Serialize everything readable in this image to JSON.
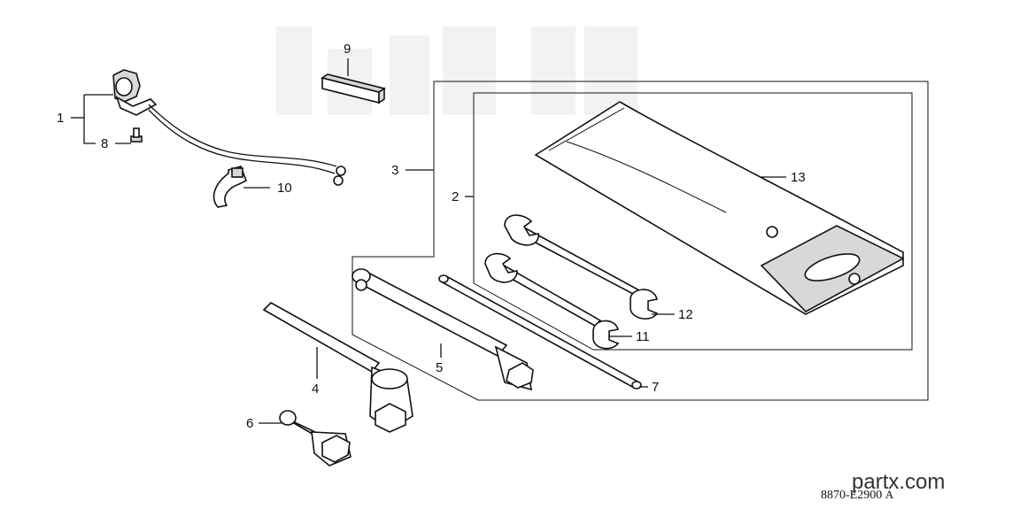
{
  "diagram": {
    "callouts": [
      {
        "id": "1",
        "label": "1"
      },
      {
        "id": "2",
        "label": "2"
      },
      {
        "id": "3",
        "label": "3"
      },
      {
        "id": "4",
        "label": "4"
      },
      {
        "id": "5",
        "label": "5"
      },
      {
        "id": "6",
        "label": "6"
      },
      {
        "id": "7",
        "label": "7"
      },
      {
        "id": "8",
        "label": "8"
      },
      {
        "id": "9",
        "label": "9"
      },
      {
        "id": "10",
        "label": "10"
      },
      {
        "id": "11",
        "label": "11"
      },
      {
        "id": "12",
        "label": "12"
      },
      {
        "id": "13",
        "label": "13"
      }
    ],
    "drawing_code": "8870-E2900",
    "drawing_revision": "A",
    "watermark": "partx.com"
  },
  "icons": [
    "spark-plug-cap-wire-icon",
    "wrench-icon",
    "tool-bag-icon",
    "box-wrench-icon",
    "socket-wrench-icon",
    "handle-bar-icon",
    "key-bar-icon",
    "clip-icon",
    "screw-icon"
  ]
}
